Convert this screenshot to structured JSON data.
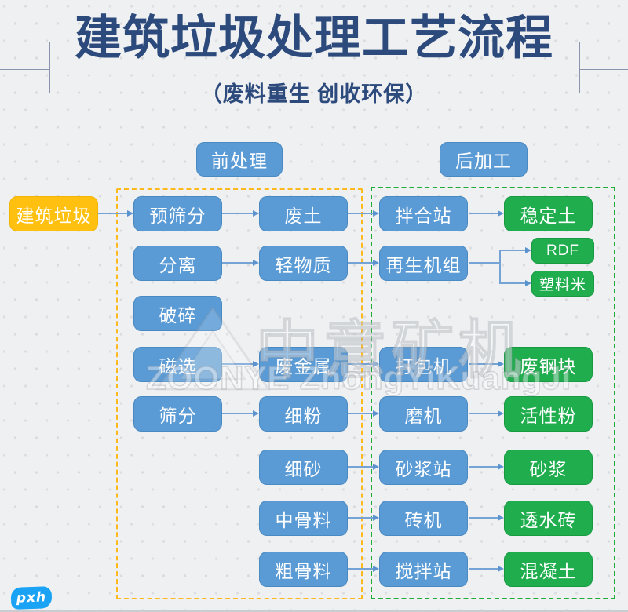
{
  "header": {
    "title": "建筑垃圾处理工艺流程",
    "subtitle": "（废料重生  创收环保）"
  },
  "sections": {
    "pre_label": "前处理",
    "post_label": "后加工"
  },
  "flow": {
    "source": "建筑垃圾",
    "pre_steps": [
      "预筛分",
      "分离",
      "破碎",
      "磁选",
      "筛分"
    ],
    "mid_outputs": [
      "废土",
      "轻物质",
      "废金属",
      "细粉",
      "细砂",
      "中骨料",
      "粗骨料"
    ],
    "post_machines": [
      "拌合站",
      "再生机组",
      "打包机",
      "磨机",
      "砂浆站",
      "砖机",
      "搅拌站"
    ],
    "products": [
      "稳定土",
      "RDF",
      "塑料米",
      "废钢块",
      "活性粉",
      "砂浆",
      "透水砖",
      "混凝土"
    ]
  },
  "watermark": {
    "logo_cn": "中意矿机",
    "logo_en": "ZOONYE ZhongYiKuangJi"
  },
  "badge_label": "pxh",
  "colors": {
    "title_navy": "#2c4a7c",
    "node_blue": "#5b9bd5",
    "node_green": "#1fad4e",
    "node_orange": "#ffc010",
    "dash_orange": "#ffb91a",
    "dash_green": "#21ab39",
    "arrow_blue": "#76a3d6",
    "badge_blue": "#1aa3f5"
  }
}
